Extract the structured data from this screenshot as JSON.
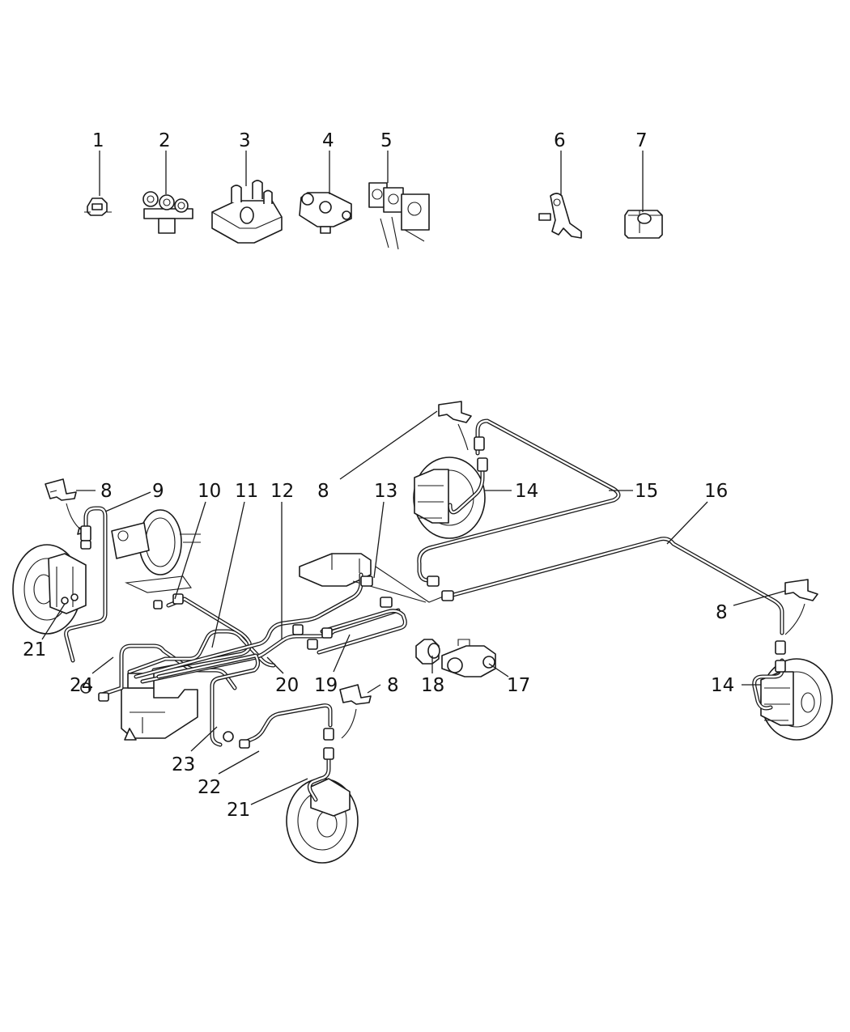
{
  "diagram": {
    "callouts": {
      "c1": "1",
      "c2": "2",
      "c3": "3",
      "c4": "4",
      "c5": "5",
      "c6": "6",
      "c7": "7",
      "c8a": "8",
      "c8b": "8",
      "c8c": "8",
      "c8d": "8",
      "c9": "9",
      "c10": "10",
      "c11": "11",
      "c12": "12",
      "c13": "13",
      "c14a": "14",
      "c14b": "14",
      "c15": "15",
      "c16": "16",
      "c17": "17",
      "c18": "18",
      "c19": "19",
      "c20": "20",
      "c21a": "21",
      "c21b": "21",
      "c22": "22",
      "c23": "23",
      "c24": "24"
    },
    "colors": {
      "ink": "#1a1a1a",
      "paper": "#ffffff"
    }
  }
}
